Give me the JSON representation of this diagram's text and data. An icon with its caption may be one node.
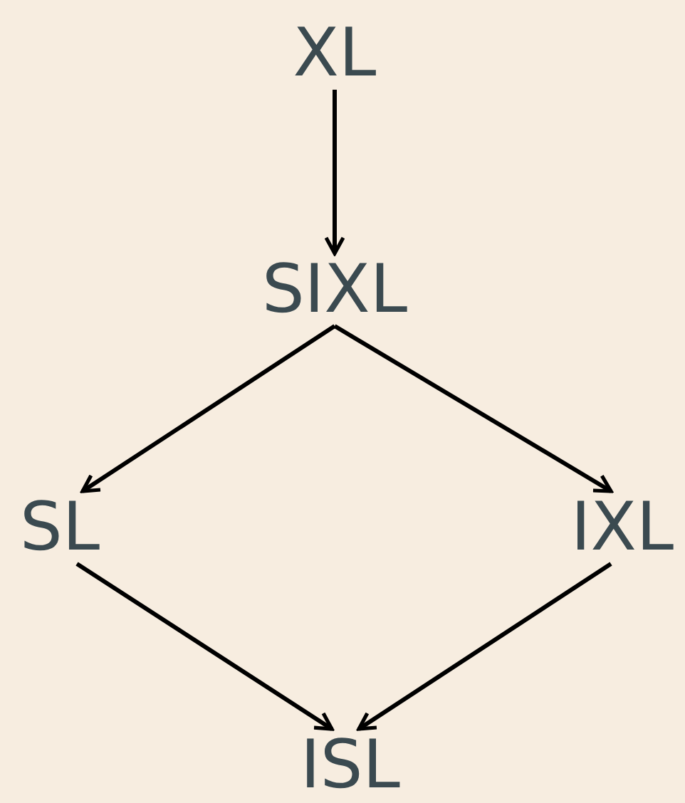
{
  "diagram": {
    "nodes": [
      {
        "text": [
          "XL"
        ]
      },
      {
        "text": [
          "SIXL"
        ]
      },
      {
        "text": [
          "SL"
        ]
      },
      {
        "text": [
          "IXL"
        ]
      },
      {
        "text": [
          "ISL"
        ]
      }
    ],
    "edges": [
      {
        "from": 0,
        "to": 1,
        "arrow": "to"
      },
      {
        "from": 1,
        "to": 2,
        "arrow": "to"
      },
      {
        "from": 1,
        "to": 3,
        "arrow": "to"
      },
      {
        "from": 2,
        "to": 4,
        "arrow": "to"
      },
      {
        "from": 3,
        "to": 4,
        "arrow": "to"
      }
    ]
  }
}
